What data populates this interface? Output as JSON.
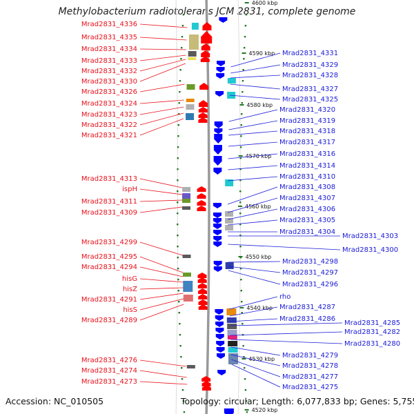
{
  "title": "Methylobacterium radiotolerans JCM 2831, complete genome",
  "accession_text": "Accession: NC_010505",
  "stats_text": "Topology: circular; Length: 6,077,833 bp; Genes: 5,755",
  "ruler_labels": [
    "4600 kbp",
    "4590 kbp",
    "4580 kbp",
    "4570 kbp",
    "4560 kbp",
    "4550 kbp",
    "4540 kbp",
    "4530 kbp",
    "4520 kbp"
  ],
  "left_labels": [
    "Mrad2831_4336",
    "Mrad2831_4335",
    "Mrad2831_4334",
    "Mrad2831_4333",
    "Mrad2831_4332",
    "Mrad2831_4330",
    "Mrad2831_4326",
    "Mrad2831_4324",
    "Mrad2831_4323",
    "Mrad2831_4322",
    "Mrad2831_4321",
    "Mrad2831_4313",
    "ispH",
    "Mrad2831_4311",
    "Mrad2831_4309",
    "Mrad2831_4299",
    "Mrad2831_4295",
    "Mrad2831_4294",
    "hisG",
    "hisZ",
    "Mrad2831_4291",
    "hisS",
    "Mrad2831_4289",
    "Mrad2831_4276",
    "Mrad2831_4274",
    "Mrad2831_4273"
  ],
  "right_labels": [
    "Mrad2831_4331",
    "Mrad2831_4329",
    "Mrad2831_4328",
    "Mrad2831_4327",
    "Mrad2831_4325",
    "Mrad2831_4320",
    "Mrad2831_4319",
    "Mrad2831_4318",
    "Mrad2831_4317",
    "Mrad2831_4316",
    "Mrad2831_4314",
    "Mrad2831_4310",
    "Mrad2831_4308",
    "Mrad2831_4307",
    "Mrad2831_4306",
    "Mrad2831_4305",
    "Mrad2831_4304",
    "Mrad2831_4303",
    "Mrad2831_4300",
    "Mrad2831_4298",
    "Mrad2831_4297",
    "Mrad2831_4296",
    "rho",
    "Mrad2831_4287",
    "Mrad2831_4286",
    "Mrad2831_4285",
    "Mrad2831_4282",
    "Mrad2831_4280",
    "Mrad2831_4279",
    "Mrad2831_4278",
    "Mrad2831_4277",
    "Mrad2831_4275"
  ],
  "colors": {
    "reverse_strand": "#ff0000",
    "forward_strand": "#0000ff",
    "backbone": "#999999",
    "tick": "#227722",
    "left_label": "#e8101a",
    "right_label": "#1a1ad8"
  }
}
